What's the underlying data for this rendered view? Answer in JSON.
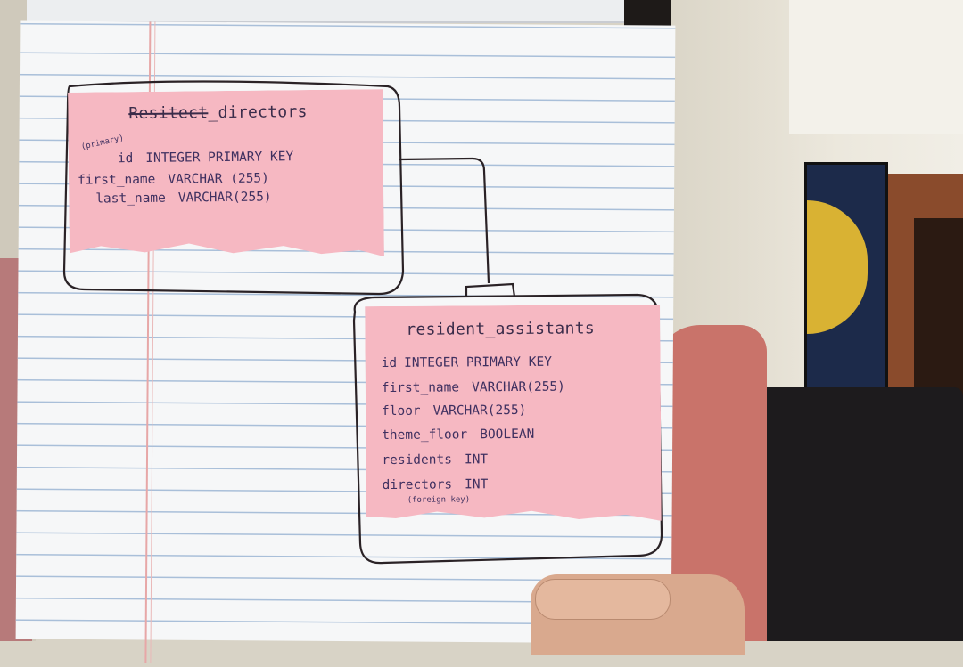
{
  "tables": [
    {
      "title_struck": "Resitect",
      "title_rest": "_directors",
      "annotation": "(primary)",
      "fields": [
        {
          "name": "id",
          "type": "INTEGER PRIMARY KEY"
        },
        {
          "name": "first_name",
          "type": "VARCHAR (255)"
        },
        {
          "name": "last_name",
          "type": "VARCHAR(255)"
        }
      ]
    },
    {
      "title": "resident_assistants",
      "fields": [
        {
          "name": "id",
          "type": "INTEGER PRIMARY KEY"
        },
        {
          "name": "first_name",
          "type": "VARCHAR(255)"
        },
        {
          "name": "floor",
          "type": "VARCHAR(255)"
        },
        {
          "name": "theme_floor",
          "type": "BOOLEAN"
        },
        {
          "name": "residents",
          "type": "INT"
        },
        {
          "name": "directors",
          "type": "INT"
        }
      ],
      "annotation": "(foreign key)"
    }
  ],
  "colors": {
    "sticky_note": "#f6b8c2",
    "ink": "#3e2f52",
    "paper": "#f6f7f8",
    "rule_line": "#a9bfd9",
    "margin_line": "#e7a7a7"
  }
}
